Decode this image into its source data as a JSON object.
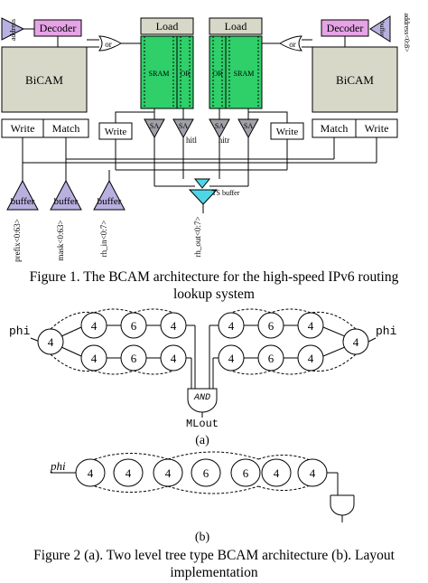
{
  "figure1": {
    "caption_line1": "Figure 1.  The BCAM architecture for the high-speed IPv6 routing",
    "caption_line2": "lookup system",
    "address_left": "address",
    "address_right": "address<0:8>",
    "buffer_right_top": "buffer",
    "decoder": "Decoder",
    "or": "or",
    "load": "Load",
    "bicam": "BiCAM",
    "sram": "SRAM",
    "or_col": "OR",
    "write": "Write",
    "match": "Match",
    "sa": "SA",
    "hitl": "hitl",
    "hitr": "hitr",
    "buffer": "buffer",
    "ts_buffer": "TS buffer",
    "prefix": "prefix<0:63>",
    "mask": "mask<0:63>",
    "rh_in": "rh_in<0:7>",
    "rh_out": "rh_out<0:7>"
  },
  "figure2": {
    "phi": "phi",
    "and": "AND",
    "mlout": "MLout",
    "label_a": "(a)",
    "label_b": "(b)",
    "nodes_top_left": [
      "4",
      "4",
      "6",
      "4"
    ],
    "nodes_bottom_left": [
      "4",
      "6",
      "4"
    ],
    "nodes_top_right": [
      "4",
      "6",
      "4"
    ],
    "nodes_bottom_right": [
      "4",
      "6",
      "4"
    ],
    "node_right_phi": "4",
    "nodes_b": [
      "4",
      "4",
      "4",
      "6",
      "6",
      "4",
      "4"
    ],
    "caption_line1": "Figure 2 (a). Two level tree type BCAM architecture (b). Layout",
    "caption_line2": "implementation"
  },
  "colors": {
    "decoder": "#e6a3e6",
    "block_gray": "#d8d8c8",
    "sram_green": "#2fcf6a",
    "sense_amp": "#a0a0a8",
    "buffer_purple": "#b9b0e0",
    "ts_buffer_cyan": "#4fd6e6"
  }
}
